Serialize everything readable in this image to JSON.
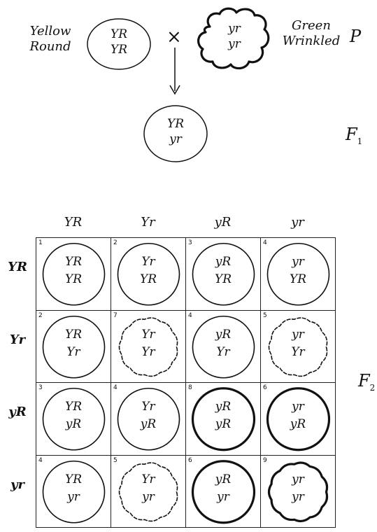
{
  "parents": {
    "yellow_round_label": [
      "Yellow",
      "Round"
    ],
    "green_wrinkled_label": [
      "Green",
      "Wrinkled"
    ],
    "yellow_round_genotype": [
      "YR",
      "YR"
    ],
    "green_wrinkled_genotype": [
      "yr",
      "yr"
    ],
    "cross_symbol": "×",
    "generation": "P"
  },
  "f1": {
    "genotype": [
      "YR",
      "yr"
    ],
    "generation": "F",
    "generation_sub": "1"
  },
  "f2": {
    "generation": "F",
    "generation_sub": "2",
    "col_headers": [
      "YR",
      "Yr",
      "yR",
      "yr"
    ],
    "row_headers": [
      "YR",
      "Yr",
      "yR",
      "yr"
    ],
    "cells": [
      [
        {
          "n": "1",
          "top": "YR",
          "bottom": "YR",
          "shape": "round"
        },
        {
          "n": "2",
          "top": "Yr",
          "bottom": "YR",
          "shape": "round"
        },
        {
          "n": "3",
          "top": "yR",
          "bottom": "YR",
          "shape": "round"
        },
        {
          "n": "4",
          "top": "yr",
          "bottom": "YR",
          "shape": "round"
        }
      ],
      [
        {
          "n": "2",
          "top": "YR",
          "bottom": "Yr",
          "shape": "round"
        },
        {
          "n": "7",
          "top": "Yr",
          "bottom": "Yr",
          "shape": "wrinkled"
        },
        {
          "n": "4",
          "top": "yR",
          "bottom": "Yr",
          "shape": "round"
        },
        {
          "n": "5",
          "top": "yr",
          "bottom": "Yr",
          "shape": "wrinkled"
        }
      ],
      [
        {
          "n": "3",
          "top": "YR",
          "bottom": "yR",
          "shape": "round"
        },
        {
          "n": "4",
          "top": "Yr",
          "bottom": "yR",
          "shape": "round"
        },
        {
          "n": "8",
          "top": "yR",
          "bottom": "yR",
          "shape": "round-green"
        },
        {
          "n": "6",
          "top": "yr",
          "bottom": "yR",
          "shape": "round-green"
        }
      ],
      [
        {
          "n": "4",
          "top": "YR",
          "bottom": "yr",
          "shape": "round"
        },
        {
          "n": "5",
          "top": "Yr",
          "bottom": "yr",
          "shape": "wrinkled"
        },
        {
          "n": "6",
          "top": "yR",
          "bottom": "yr",
          "shape": "round-green"
        },
        {
          "n": "9",
          "top": "yr",
          "bottom": "yr",
          "shape": "wrinkled-green"
        }
      ]
    ]
  }
}
